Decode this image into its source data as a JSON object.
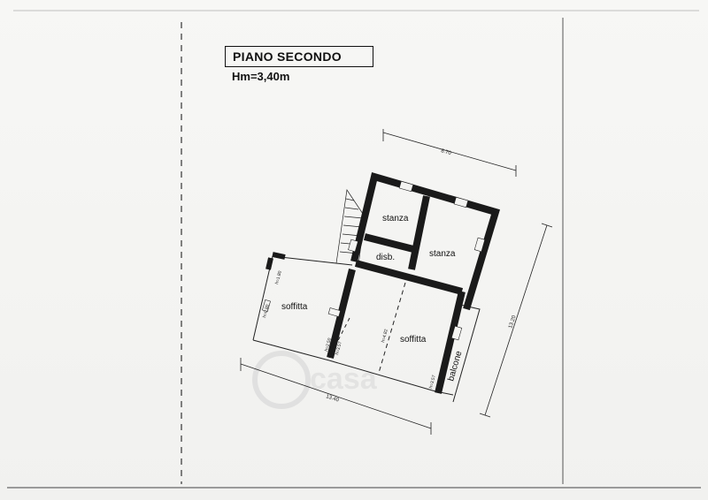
{
  "header": {
    "title": "PIANO SECONDO",
    "height_note": "Hm=3,40m"
  },
  "plan": {
    "rooms": [
      {
        "id": "stanza-1",
        "label": "stanza"
      },
      {
        "id": "stanza-2",
        "label": "stanza"
      },
      {
        "id": "disimpegno",
        "label": "disb."
      },
      {
        "id": "soffitta-1",
        "label": "soffitta"
      },
      {
        "id": "soffitta-2",
        "label": "soffitta"
      },
      {
        "id": "balcone",
        "label": "balcone"
      }
    ],
    "dimensions": {
      "top": "8.70",
      "right": "13.20",
      "bottom": "13.40"
    },
    "heights": [
      "h=1.80",
      "h=0.80",
      "h=2.50",
      "h=3.57",
      "h=4.82",
      "h=3.57"
    ]
  },
  "watermark": {
    "text": "casa"
  },
  "colors": {
    "wall": "#1a1a1a",
    "line": "#222222",
    "paper": "#f4f4f2"
  }
}
